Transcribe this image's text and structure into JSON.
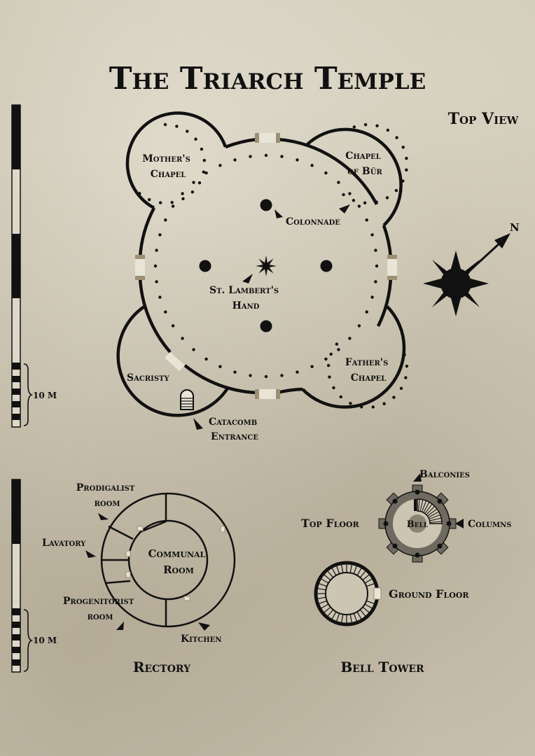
{
  "title": "The Triarch Temple",
  "top_view_label": "Top View",
  "scale_label_1": "10 M",
  "scale_label_2": "10 M",
  "temple": {
    "mothers_chapel": [
      "Mother's",
      "Chapel"
    ],
    "chapel_of_bur": [
      "Chapel",
      "of Bür"
    ],
    "colonnade": "Colonnade",
    "st_lamberts_hand": [
      "St. Lambert's",
      "Hand"
    ],
    "sacristy": "Sacristy",
    "fathers_chapel": [
      "Father's",
      "Chapel"
    ],
    "catacomb_entrance": [
      "Catacomb",
      "Entrance"
    ]
  },
  "compass": {
    "north": "N"
  },
  "rectory": {
    "title": "Rectory",
    "prodigalist_room": [
      "Prodigalist",
      "room"
    ],
    "lavatory": "Lavatory",
    "communal_room": [
      "Communal",
      "Room"
    ],
    "progenitorist_room": [
      "Progenitorist",
      "room"
    ],
    "kitchen": "Kitchen"
  },
  "bell_tower": {
    "title": "Bell Tower",
    "balconies": "Balconies",
    "top_floor": "Top Floor",
    "bell": "Bell",
    "columns": "Columns",
    "ground_floor": "Ground Floor"
  },
  "colors": {
    "ink": "#111111",
    "paper": "#ccc5b2",
    "door": "#e8e4d6"
  }
}
